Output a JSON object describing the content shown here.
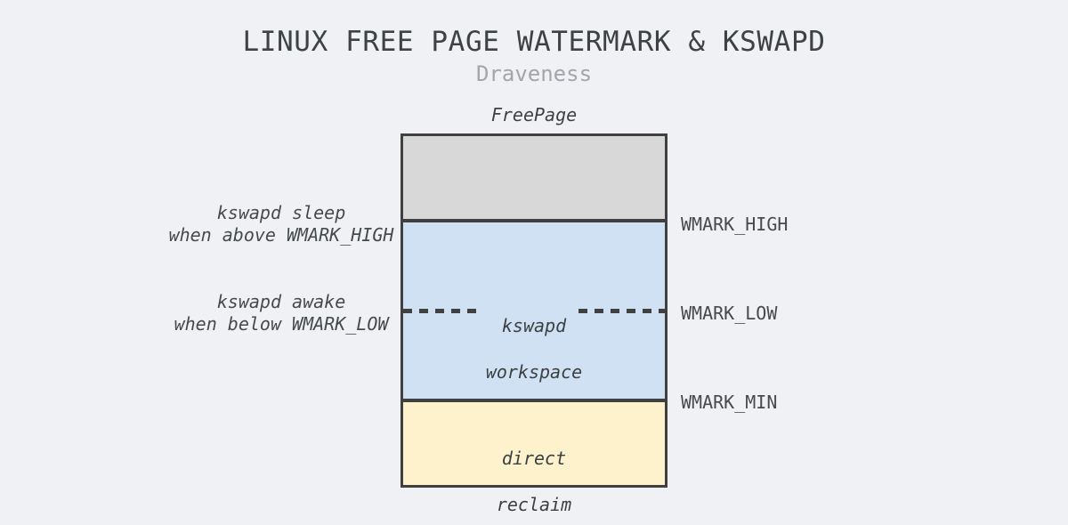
{
  "header": {
    "title": "LINUX FREE PAGE WATERMARK & KSWAPD",
    "subtitle": "Draveness"
  },
  "diagram": {
    "box_title": "FreePage",
    "sections": {
      "free": {
        "fill": "#d8d8d8",
        "label": ""
      },
      "kswapd": {
        "fill": "#cfe1f2",
        "line1": "kswapd",
        "line2": "workspace"
      },
      "direct": {
        "fill": "#fdf2cc",
        "line1": "direct",
        "line2": "reclaim"
      }
    },
    "watermarks": [
      {
        "label": "WMARK_HIGH"
      },
      {
        "label": "WMARK_LOW"
      },
      {
        "label": "WMARK_MIN"
      }
    ],
    "annotations": [
      {
        "line1": "kswapd sleep",
        "line2": "when above WMARK_HIGH"
      },
      {
        "line1": "kswapd awake",
        "line2": "when below WMARK_LOW"
      }
    ]
  },
  "colors": {
    "background": "#eff1f4",
    "border_and_line": "#404040",
    "title_text": "#3f4245",
    "subtitle_text": "#a2a5a9",
    "free_section_fill": "#d8d8d8",
    "kswapd_section_fill": "#cfe1f2",
    "direct_section_fill": "#fdf2cc"
  }
}
